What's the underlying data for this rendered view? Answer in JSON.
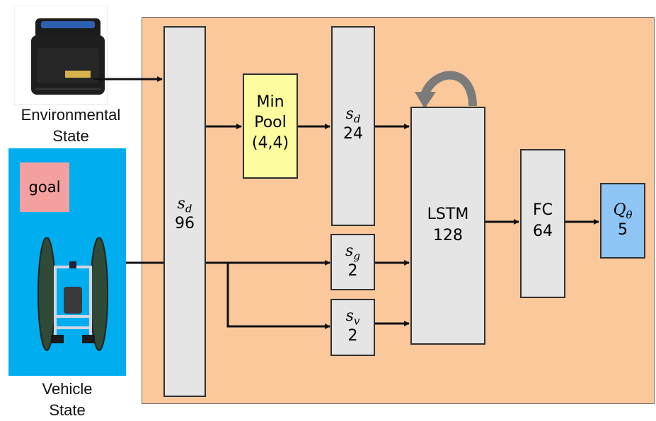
{
  "environment": {
    "caption_line1": "Environmental",
    "caption_line2": "State"
  },
  "vehicle": {
    "caption_line1": "Vehicle",
    "caption_line2": "State",
    "goal_label": "goal"
  },
  "blocks": {
    "sd96": {
      "sym": "s",
      "sub": "d",
      "value": "96"
    },
    "minpool": {
      "line1": "Min",
      "line2": "Pool",
      "line3": "(4,4)"
    },
    "sd24": {
      "sym": "s",
      "sub": "d",
      "value": "24"
    },
    "sg2": {
      "sym": "s",
      "sub": "g",
      "value": "2"
    },
    "sv2": {
      "sym": "s",
      "sub": "v",
      "value": "2"
    },
    "lstm": {
      "line1": "LSTM",
      "line2": "128"
    },
    "fc": {
      "line1": "FC",
      "line2": "64"
    },
    "q": {
      "sym": "Q",
      "sub": "θ",
      "value": "5"
    }
  },
  "colors": {
    "panel": "#fbc89c",
    "block": "#e5e5e5",
    "minpool": "#fdfd9f",
    "q_block": "#8ec5f5",
    "vehicle_bg": "#00aef0",
    "goal": "#f4a0a0"
  },
  "icons": [
    "lidar-sensor-icon",
    "robot-vehicle-icon",
    "recurrent-loop-arrow-icon"
  ]
}
